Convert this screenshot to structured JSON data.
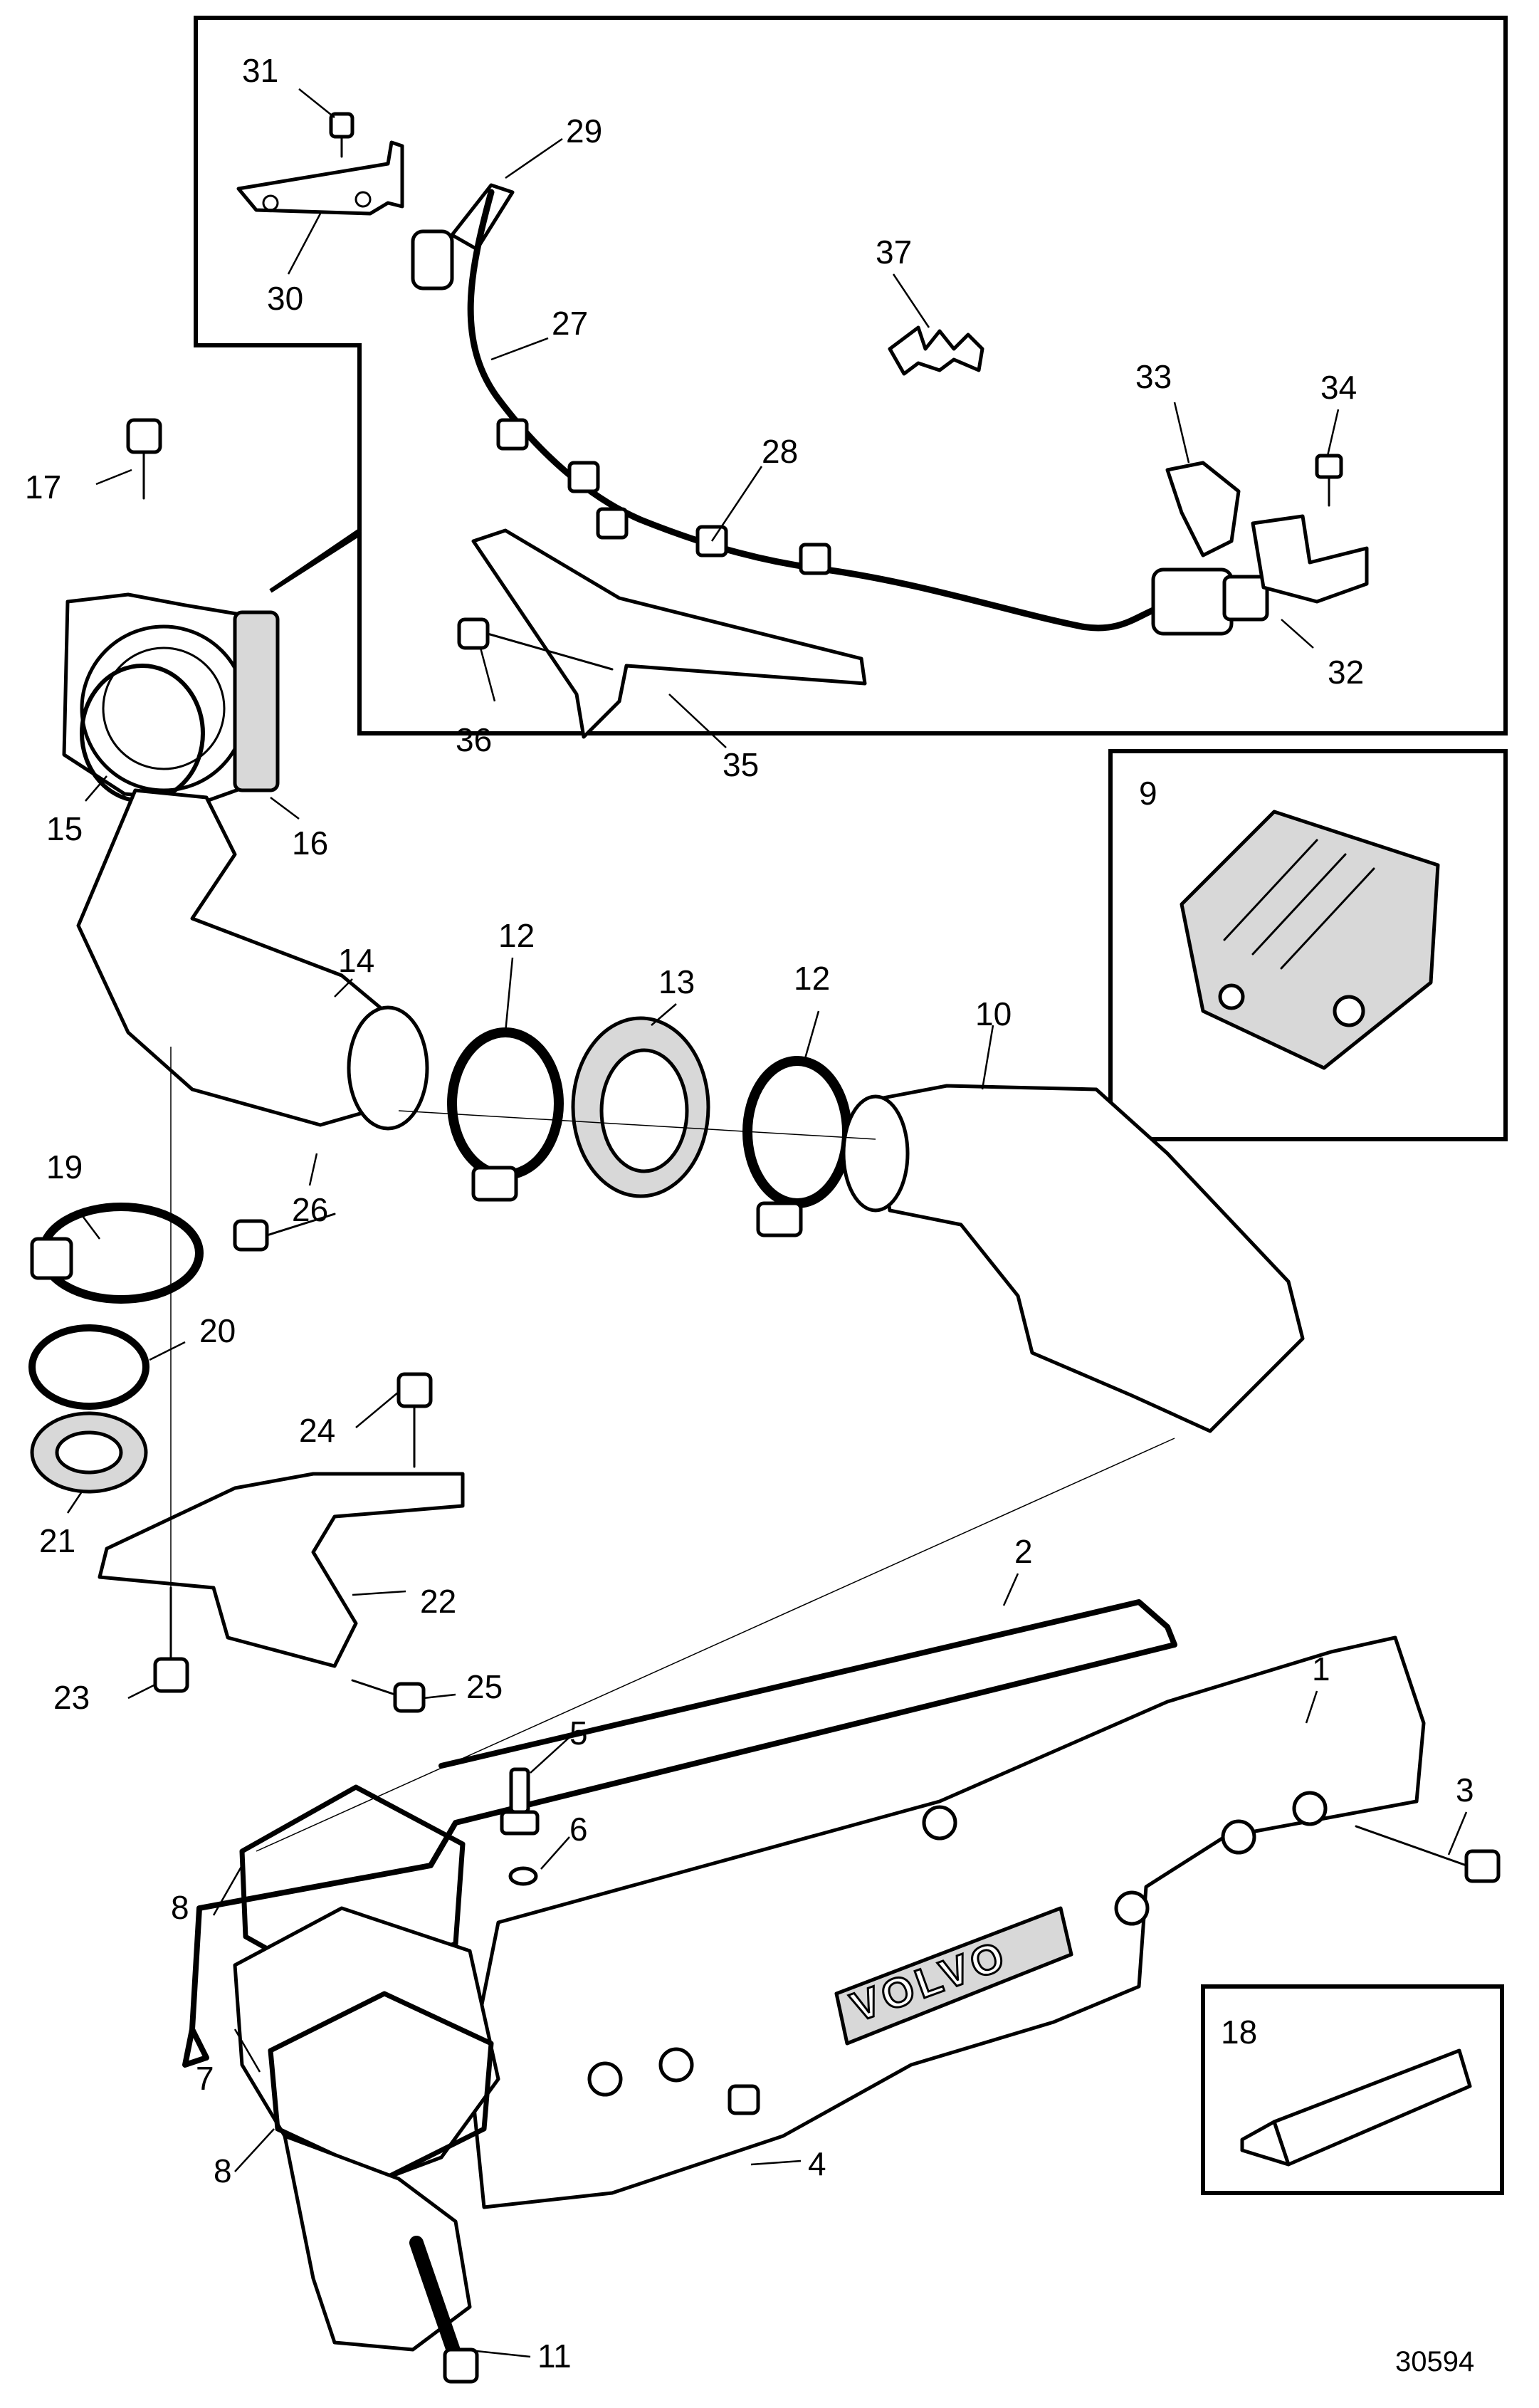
{
  "figure_id": "30594",
  "callouts": [
    {
      "id": "c1",
      "label": "1"
    },
    {
      "id": "c2",
      "label": "2"
    },
    {
      "id": "c3",
      "label": "3"
    },
    {
      "id": "c4",
      "label": "4"
    },
    {
      "id": "c5",
      "label": "5"
    },
    {
      "id": "c6",
      "label": "6"
    },
    {
      "id": "c7",
      "label": "7"
    },
    {
      "id": "c8a",
      "label": "8"
    },
    {
      "id": "c8b",
      "label": "8"
    },
    {
      "id": "c9",
      "label": "9"
    },
    {
      "id": "c10",
      "label": "10"
    },
    {
      "id": "c11",
      "label": "11"
    },
    {
      "id": "c12a",
      "label": "12"
    },
    {
      "id": "c12b",
      "label": "12"
    },
    {
      "id": "c13",
      "label": "13"
    },
    {
      "id": "c14",
      "label": "14"
    },
    {
      "id": "c15",
      "label": "15"
    },
    {
      "id": "c16",
      "label": "16"
    },
    {
      "id": "c17",
      "label": "17"
    },
    {
      "id": "c18",
      "label": "18"
    },
    {
      "id": "c19",
      "label": "19"
    },
    {
      "id": "c20",
      "label": "20"
    },
    {
      "id": "c21",
      "label": "21"
    },
    {
      "id": "c22",
      "label": "22"
    },
    {
      "id": "c23",
      "label": "23"
    },
    {
      "id": "c24",
      "label": "24"
    },
    {
      "id": "c25",
      "label": "25"
    },
    {
      "id": "c26",
      "label": "26"
    },
    {
      "id": "c27",
      "label": "27"
    },
    {
      "id": "c28",
      "label": "28"
    },
    {
      "id": "c29",
      "label": "29"
    },
    {
      "id": "c30",
      "label": "30"
    },
    {
      "id": "c31",
      "label": "31"
    },
    {
      "id": "c32",
      "label": "32"
    },
    {
      "id": "c33",
      "label": "33"
    },
    {
      "id": "c34",
      "label": "34"
    },
    {
      "id": "c35",
      "label": "35"
    },
    {
      "id": "c36",
      "label": "36"
    },
    {
      "id": "c37",
      "label": "37"
    }
  ],
  "manifold_logo": "VOLVO"
}
